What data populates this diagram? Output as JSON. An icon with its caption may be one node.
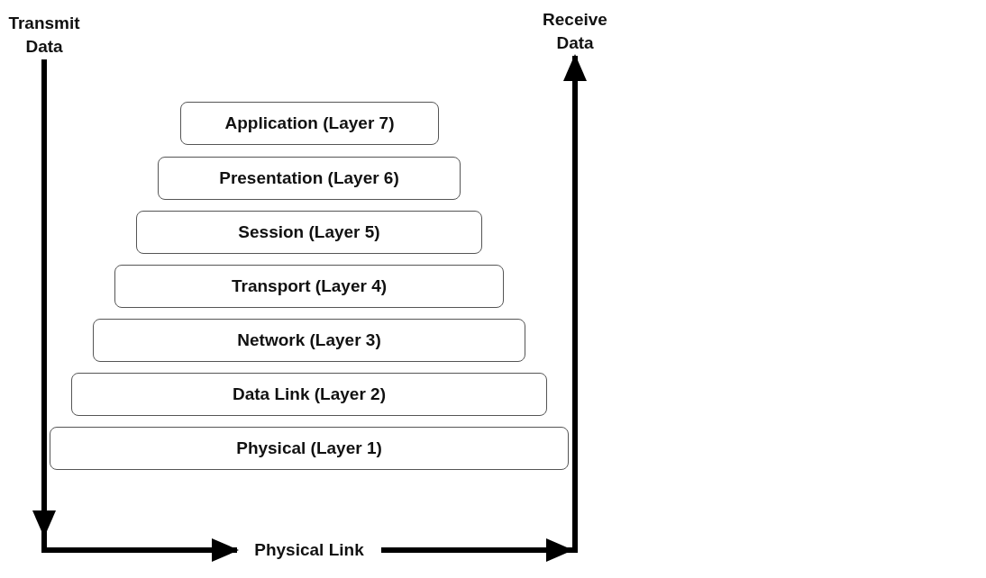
{
  "diagram": {
    "nodes": [
      {
        "text": [
          "Transmit Data"
        ]
      },
      {
        "text": [
          "Receive Data"
        ]
      },
      {
        "text": [
          "Application (Layer 7)"
        ]
      },
      {
        "text": [
          "Presentation (Layer 6)"
        ]
      },
      {
        "text": [
          "Session (Layer 5)"
        ]
      },
      {
        "text": [
          "Transport (Layer 4)"
        ]
      },
      {
        "text": [
          "Network (Layer 3)"
        ]
      },
      {
        "text": [
          "Data Link (Layer 2)"
        ]
      },
      {
        "text": [
          "Physical (Layer 1)"
        ]
      },
      {
        "text": [
          "Physical Link"
        ]
      }
    ],
    "edges": [
      {
        "from": 0,
        "to": 9,
        "arrow": "to"
      },
      {
        "from": 9,
        "to": 1,
        "arrow": "to"
      }
    ]
  }
}
